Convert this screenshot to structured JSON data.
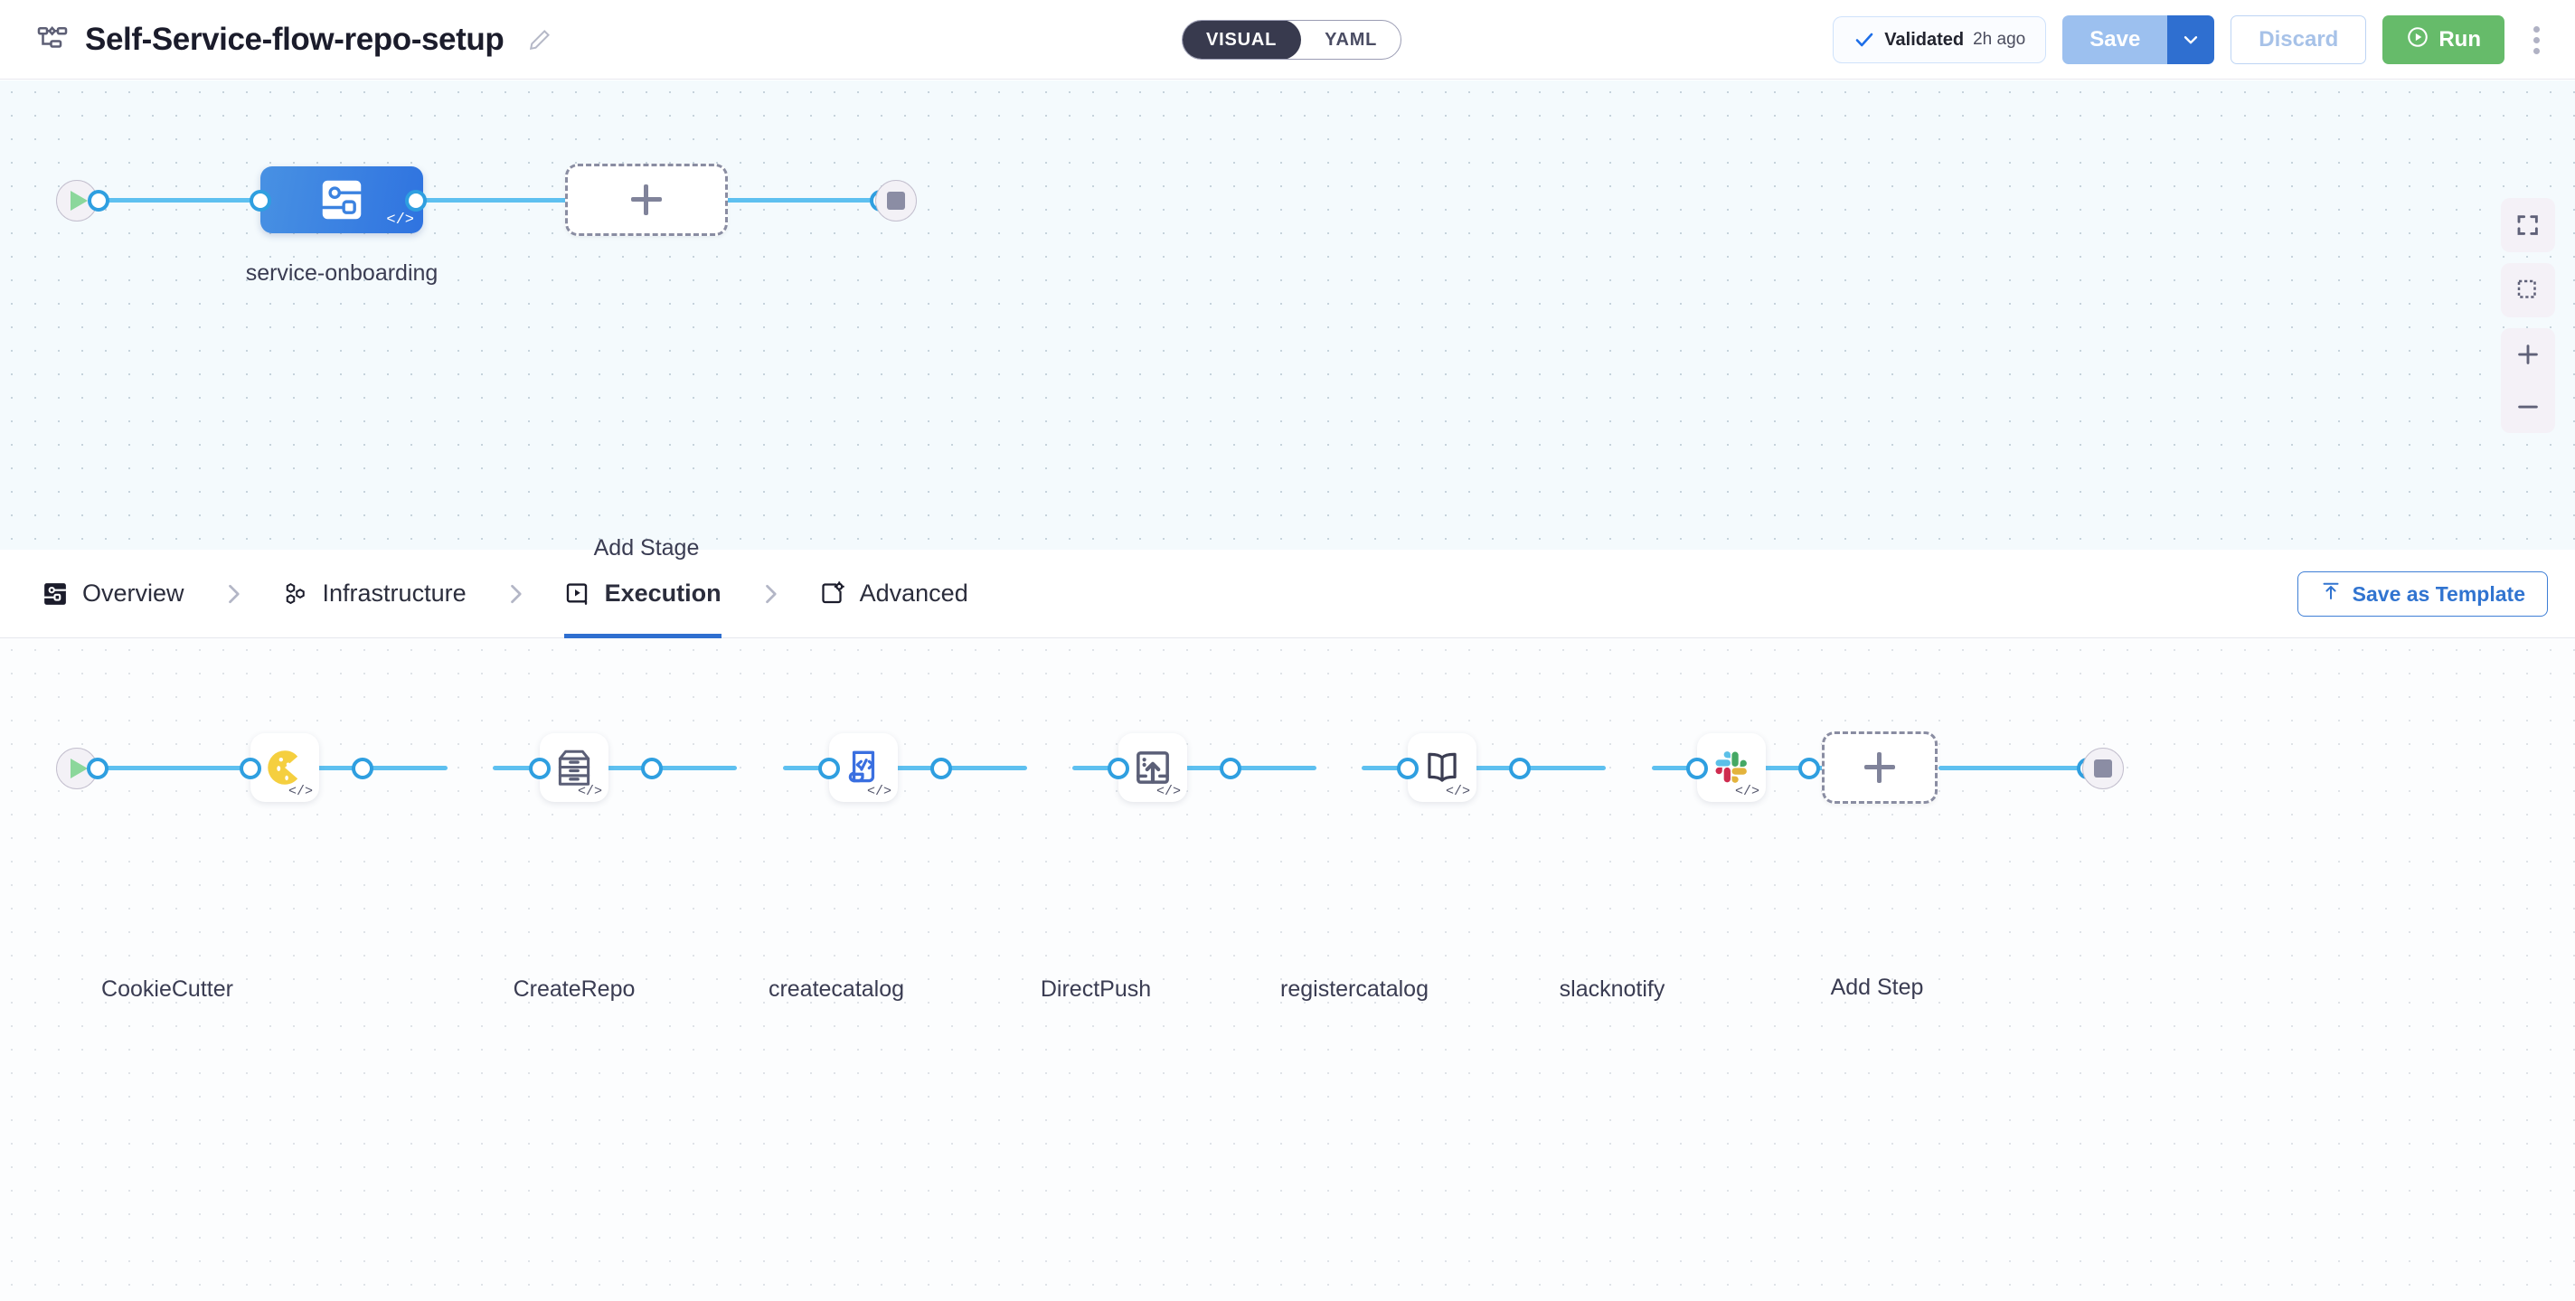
{
  "header": {
    "pipeline_icon": "pipeline-flow-icon",
    "title": "Self-Service-flow-repo-setup",
    "edit_icon": "pencil-icon",
    "mode_toggle": {
      "options": [
        "VISUAL",
        "YAML"
      ],
      "selected": "VISUAL"
    },
    "status": {
      "icon": "check-icon",
      "label": "Validated",
      "time": "2h ago"
    },
    "save_label": "Save",
    "save_caret_icon": "chevron-down-icon",
    "discard_label": "Discard",
    "run_label": "Run",
    "run_icon": "play-circle-icon",
    "more_icon": "kebab-menu-icon"
  },
  "stage_canvas": {
    "start_node": {
      "icon": "play-icon"
    },
    "end_node": {
      "icon": "stop-icon"
    },
    "stages": [
      {
        "label": "service-onboarding",
        "icon": "stage-node-icon",
        "code_tag": "</>",
        "selected": true
      }
    ],
    "add_stage_label": "Add Stage",
    "add_stage_icon": "plus-icon",
    "tools": [
      {
        "name": "fit-to-screen-icon",
        "label": "Fit to screen"
      },
      {
        "name": "marquee-select-icon",
        "label": "Select"
      },
      {
        "name": "zoom-in-icon",
        "label": "Zoom in"
      },
      {
        "name": "zoom-out-icon",
        "label": "Zoom out"
      }
    ]
  },
  "tabs": {
    "items": [
      {
        "label": "Overview",
        "icon": "overview-icon",
        "active": false
      },
      {
        "label": "Infrastructure",
        "icon": "infrastructure-icon",
        "active": false
      },
      {
        "label": "Execution",
        "icon": "execution-icon",
        "active": true
      },
      {
        "label": "Advanced",
        "icon": "advanced-icon",
        "active": false
      }
    ],
    "separator_icon": "chevron-right-icon",
    "save_as_template_label": "Save as Template",
    "save_as_template_icon": "upload-icon"
  },
  "step_canvas": {
    "start_node": {
      "icon": "play-icon"
    },
    "end_node": {
      "icon": "stop-icon"
    },
    "steps": [
      {
        "label": "CookieCutter",
        "icon": "cookie-icon",
        "code_tag": "</>"
      },
      {
        "label": "CreateRepo",
        "icon": "archive-drawer-icon",
        "code_tag": "</>"
      },
      {
        "label": "createcatalog",
        "icon": "code-document-icon",
        "code_tag": "</>"
      },
      {
        "label": "DirectPush",
        "icon": "push-upload-icon",
        "code_tag": "</>"
      },
      {
        "label": "registercatalog",
        "icon": "open-book-icon",
        "code_tag": "</>"
      },
      {
        "label": "slacknotify",
        "icon": "slack-icon",
        "code_tag": "</>"
      }
    ],
    "add_step_label": "Add Step",
    "add_step_icon": "plus-icon"
  },
  "colors": {
    "accent_blue": "#2f6fd0",
    "edge_blue": "#5ec0f0",
    "run_green": "#66bb6a",
    "stage_blue": "#3b82e0",
    "canvas_bg": "#f4fafd"
  }
}
